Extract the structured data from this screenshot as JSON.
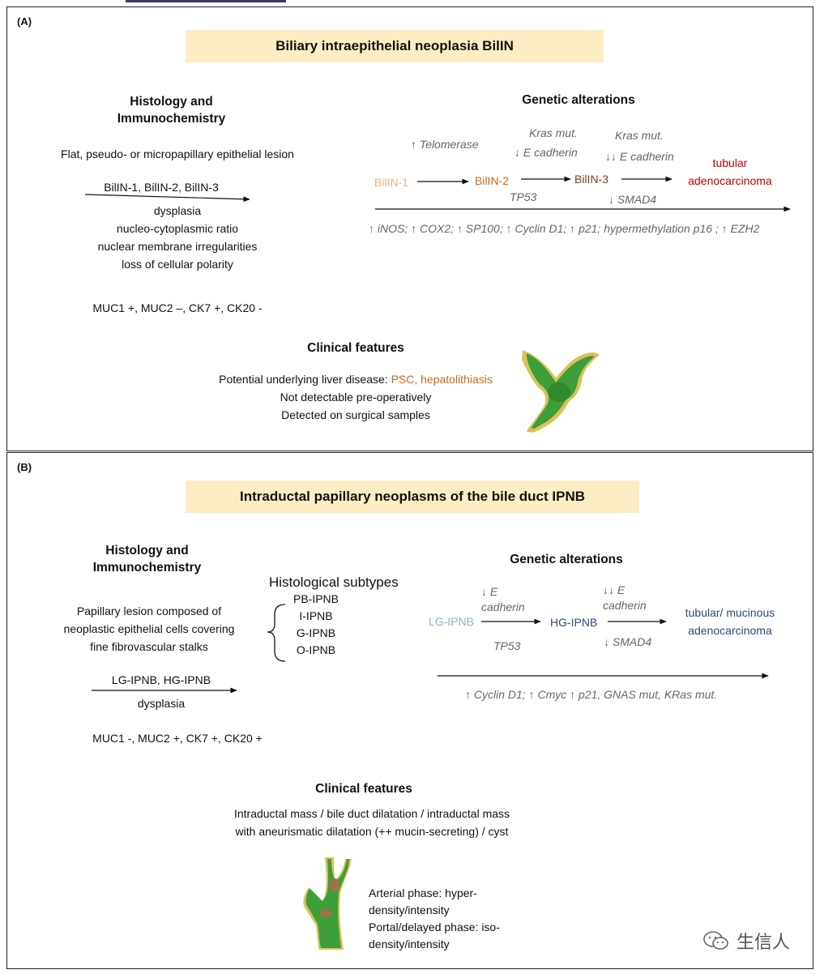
{
  "panel_a": {
    "label": "(A)",
    "title": "Biliary intraepithelial neoplasia  BilIN",
    "histology": {
      "heading_line1": "Histology and",
      "heading_line2": "Immunochemistry",
      "lesion": "Flat, pseudo- or micropapillary epithelial lesion",
      "grades": "BilIN-1, BilIN-2, BilIN-3",
      "details": [
        "dysplasia",
        "nucleo-cytoplasmic ratio",
        "nuclear membrane irregularities",
        "loss of cellular polarity"
      ],
      "markers": "MUC1 +, MUC2 –, CK7 +, CK20 -"
    },
    "genetic": {
      "heading": "Genetic alterations",
      "telomerase": "↑ Telomerase",
      "kras1": "Kras mut.",
      "ecad1": "↓ E cadherin",
      "kras2": "Kras mut.",
      "ecad2": "↓↓ E cadherin",
      "stage1": "BilIN-1",
      "stage2": "BilIN-2",
      "stage3": "BilIN-3",
      "outcome_line1": "tubular",
      "outcome_line2": "adenocarcinoma",
      "tp53": "TP53",
      "smad4": "↓ SMAD4",
      "markers_line": "↑ iNOS; ↑ COX2; ↑ SP100; ↑  Cyclin D1; ↑ p21; hypermethylation p16 ; ↑ EZH2"
    },
    "clinical": {
      "heading": "Clinical features",
      "line1_prefix": "Potential underlying liver disease: ",
      "line1_highlight": "PSC,  hepatolithiasis",
      "line2": "Not detectable pre-operatively",
      "line3": "Detected on surgical samples"
    }
  },
  "panel_b": {
    "label": "(B)",
    "title": "Intraductal papillary neoplasms of the bile duct IPNB",
    "histology": {
      "heading_line1": "Histology and",
      "heading_line2": "Immunochemistry",
      "lesion_lines": [
        "Papillary lesion composed of",
        "neoplastic epithelial cells covering",
        "fine fibrovascular stalks"
      ],
      "grades": "LG-IPNB, HG-IPNB",
      "dysplasia": "dysplasia",
      "markers": "MUC1 -, MUC2 +, CK7 +, CK20 +"
    },
    "subtypes": {
      "heading": "Histological subtypes",
      "items": [
        "PB-IPNB",
        "I-IPNB",
        "G-IPNB",
        "O-IPNB"
      ]
    },
    "genetic": {
      "heading": "Genetic alterations",
      "ecad1_line1": "↓ E",
      "ecad1_line2": "cadherin",
      "ecad2_line1": "↓↓ E",
      "ecad2_line2": "cadherin",
      "stage1": "LG-IPNB",
      "stage2": "HG-IPNB",
      "outcome_line1": "tubular/ mucinous",
      "outcome_line2": "adenocarcinoma",
      "tp53": "TP53",
      "smad4": "↓ SMAD4",
      "markers_line": "↑  Cyclin D1; ↑  Cmyc ↑ p21, GNAS mut, KRas mut."
    },
    "clinical": {
      "heading": "Clinical features",
      "line1": "Intraductal mass / bile duct dilatation / intraductal mass",
      "line2": "with aneurismatic dilatation (++ mucin-secreting) / cyst",
      "imaging_lines": [
        "Arterial phase: hyper-",
        "density/intensity",
        "Portal/delayed phase: iso-",
        "density/intensity"
      ]
    }
  },
  "watermark": "生信人",
  "colors": {
    "banner": "#fcedc3",
    "duct_green": "#3d9e3a",
    "duct_border": "#d8c25a",
    "tumor_brown": "#a0724a"
  }
}
